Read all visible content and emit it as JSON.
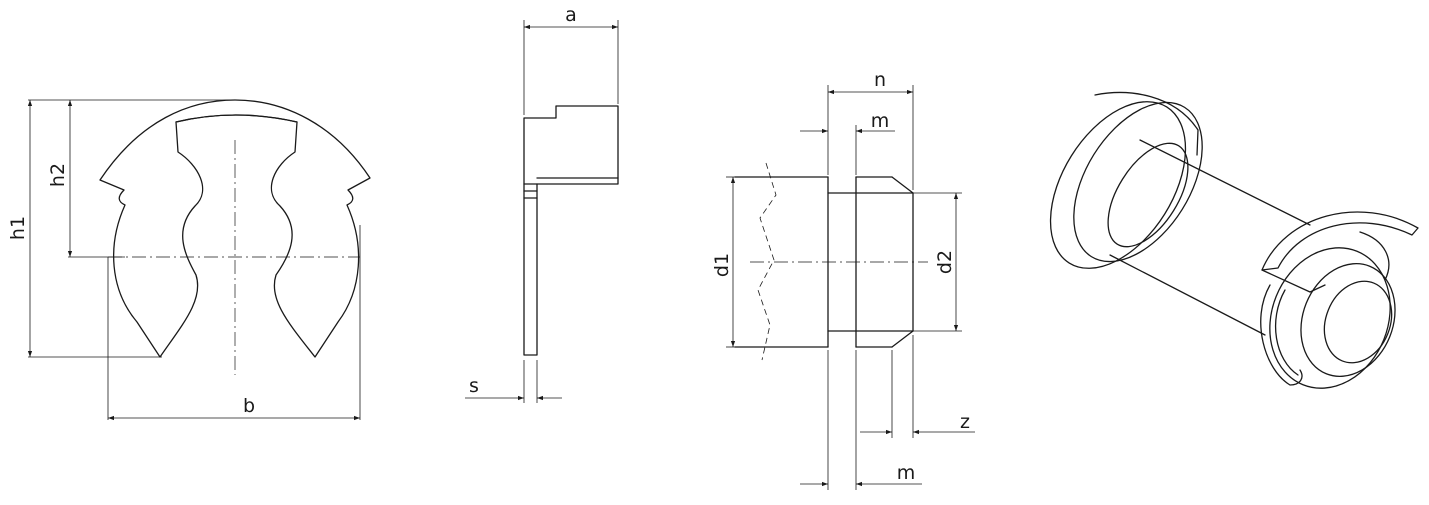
{
  "labels": {
    "h1": "h1",
    "h2": "h2",
    "b": "b",
    "a": "a",
    "s": "s",
    "n": "n",
    "m_top": "m",
    "m_bottom": "m",
    "d1": "d1",
    "d2": "d2",
    "z": "z"
  },
  "colors": {
    "line": "#1a1a1a",
    "background": "#ffffff"
  }
}
